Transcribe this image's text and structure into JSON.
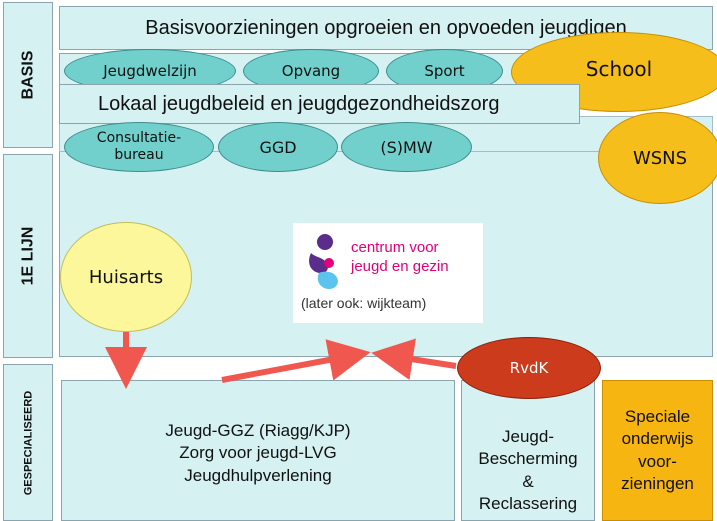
{
  "labels": {
    "basis": "BASIS",
    "eerste_lijn": "1E LIJN",
    "gespecialiseerd": "GESPECIALISEERD"
  },
  "basis": {
    "title": "Basisvoorzieningen opgroeien en opvoeden jeugdigen",
    "ovals": [
      "Jeugdwelzijn",
      "Opvang",
      "Sport"
    ],
    "school": "School"
  },
  "lokaal": {
    "title": "Lokaal jeugdbeleid en jeugdgezondheidszorg",
    "ovals": [
      "Consultatie-\nbureau",
      "GGD",
      "(S)MW"
    ],
    "wsns": "WSNS"
  },
  "eerste_lijn": {
    "huisarts": "Huisarts",
    "cjg_logo_line1": "centrum voor",
    "cjg_logo_line2": "jeugd en gezin",
    "cjg_note": "(later ook: wijkteam)"
  },
  "gespecialiseerd": {
    "main_box": "Jeugd-GGZ (Riagg/KJP)\nZorg voor jeugd-LVG\nJeugdhulpverlening",
    "rvdk": "RvdK",
    "bescherming": "Jeugd-\nBescherming\n&\nReclassering",
    "speciaal": "Speciale\nonderwijs\nvoor-\nzieningen"
  },
  "colors": {
    "band": "#d6f1f2",
    "teal_oval": "#72d0cc",
    "school_orange": "#f6be1b",
    "huisarts_yellow": "#fbf79a",
    "rvdk_red": "#cc3b1c",
    "arrow": "#f0584f",
    "speciaal_orange": "#f7b512",
    "cjg_pink": "#e2007a",
    "cjg_purple": "#5a2c8c",
    "cjg_blue": "#5cc3ee"
  }
}
